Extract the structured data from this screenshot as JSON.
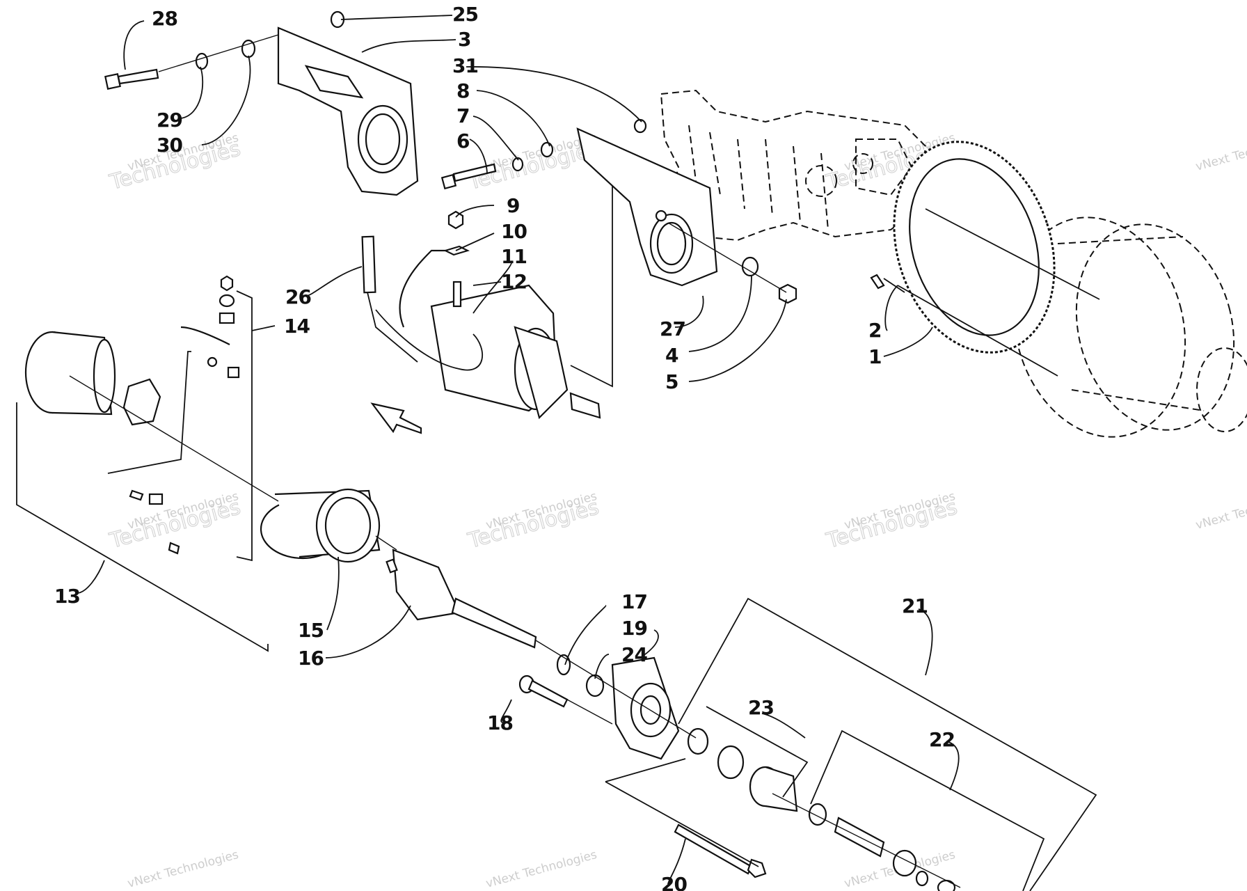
{
  "watermark": {
    "line1": "vNext Technologies",
    "line2": "Technologies",
    "line3": "vNext"
  },
  "callouts": [
    "1",
    "2",
    "3",
    "4",
    "5",
    "6",
    "7",
    "8",
    "9",
    "10",
    "11",
    "12",
    "13",
    "14",
    "15",
    "16",
    "17",
    "18",
    "19",
    "20",
    "21",
    "22",
    "23",
    "24",
    "25",
    "26",
    "27",
    "28",
    "29",
    "30",
    "31"
  ]
}
